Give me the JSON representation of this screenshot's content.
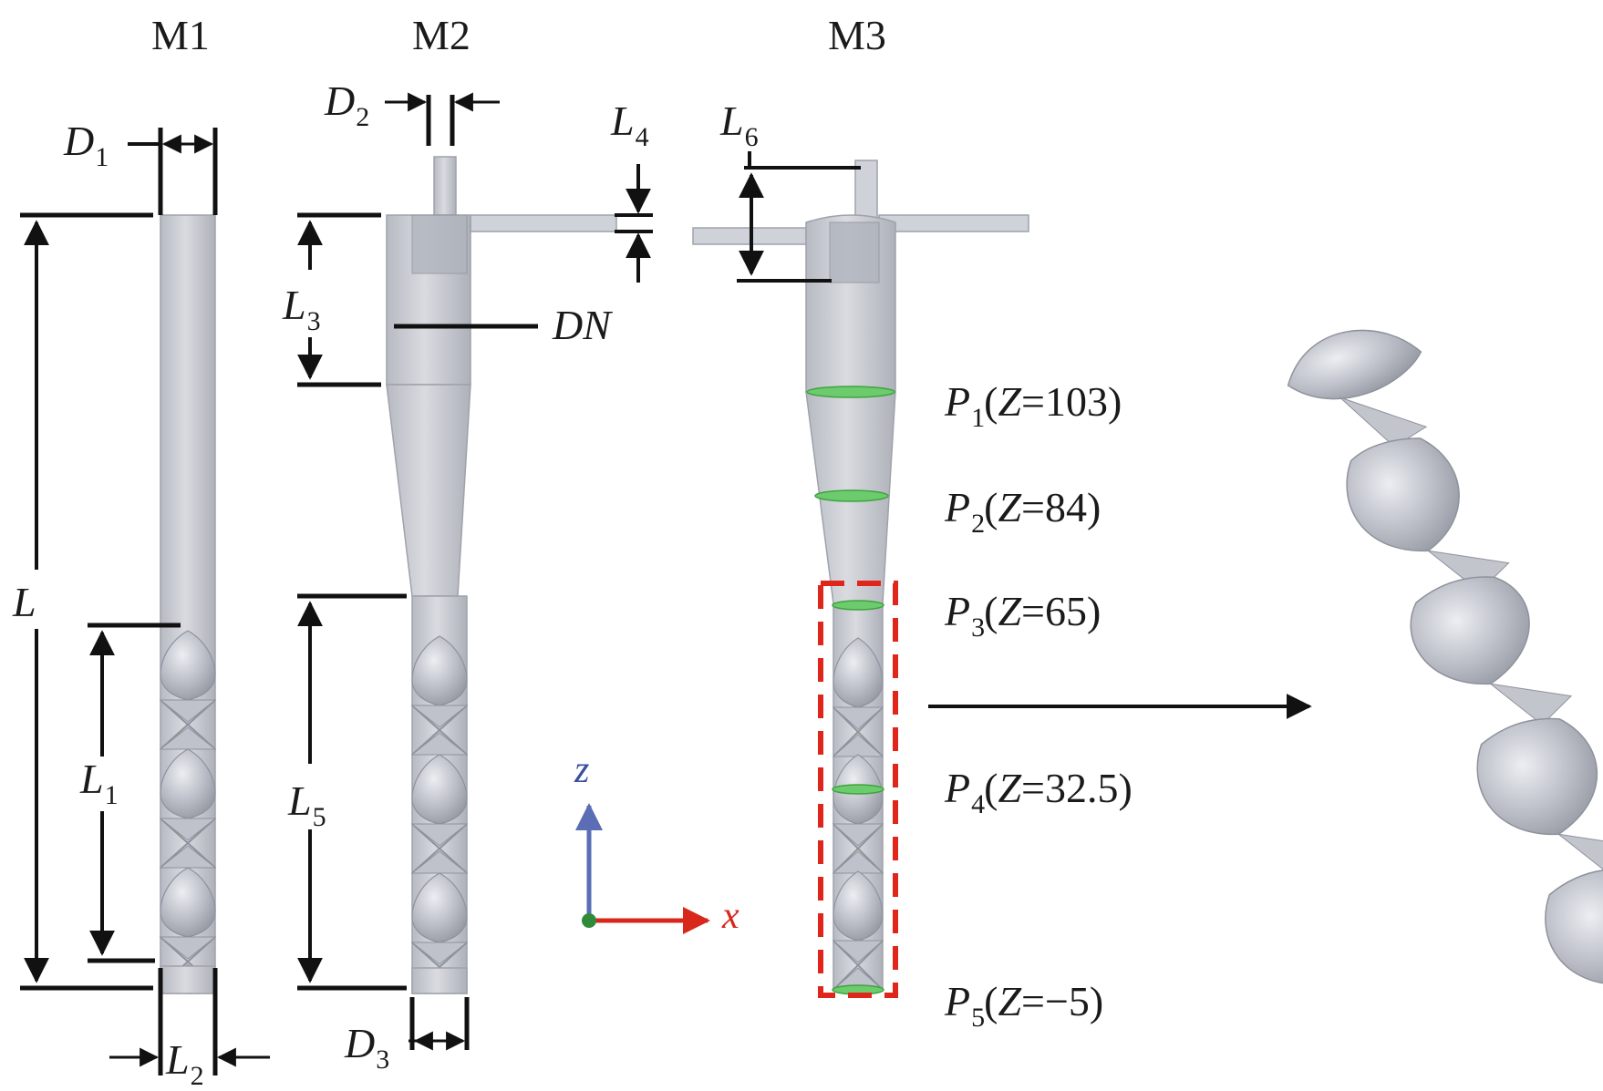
{
  "models": {
    "m1": "M1",
    "m2": "M2",
    "m3": "M3"
  },
  "dimensions": {
    "d1": {
      "main": "D",
      "sub": "1"
    },
    "d2": {
      "main": "D",
      "sub": "2"
    },
    "d3": {
      "main": "D",
      "sub": "3"
    },
    "l": {
      "main": "L",
      "sub": ""
    },
    "l1": {
      "main": "L",
      "sub": "1"
    },
    "l2": {
      "main": "L",
      "sub": "2"
    },
    "l3": {
      "main": "L",
      "sub": "3"
    },
    "l4": {
      "main": "L",
      "sub": "4"
    },
    "l5": {
      "main": "L",
      "sub": "5"
    },
    "l6": {
      "main": "L",
      "sub": "6"
    },
    "dn": "DN"
  },
  "planes": [
    {
      "p": "P",
      "sub": "1",
      "open": "(",
      "z": "Z",
      "eq": "=103)"
    },
    {
      "p": "P",
      "sub": "2",
      "open": "(",
      "z": "Z",
      "eq": "=84)"
    },
    {
      "p": "P",
      "sub": "3",
      "open": "(",
      "z": "Z",
      "eq": "=65)"
    },
    {
      "p": "P",
      "sub": "4",
      "open": "(",
      "z": "Z",
      "eq": "=32.5)"
    },
    {
      "p": "P",
      "sub": "5",
      "open": "(",
      "z": "Z",
      "eq": "=−5)"
    }
  ],
  "axes": {
    "z": "z",
    "x": "x"
  },
  "colors": {
    "body_fill": "#c9ccd3",
    "body_stroke": "#9ea2ab",
    "plane_green": "#5fc25f",
    "highlight_red": "#e0261b",
    "axis_blue": "#3a4fa0",
    "axis_red": "#d8281c",
    "dim_line": "#111111"
  }
}
